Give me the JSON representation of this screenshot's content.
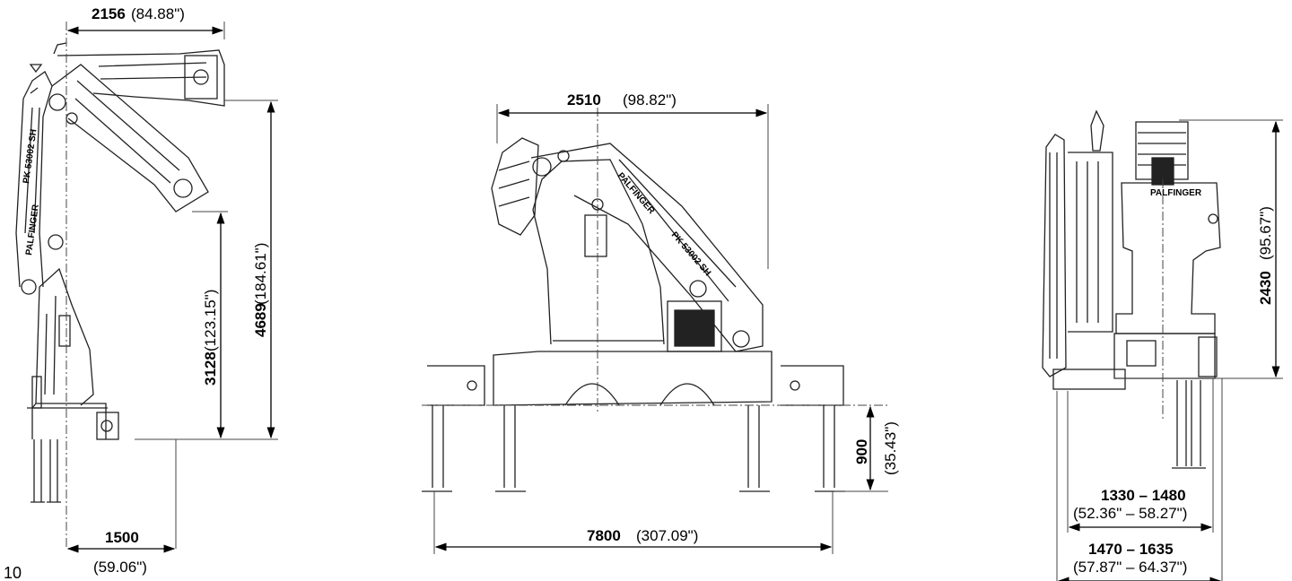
{
  "page_number": "10",
  "brand_label": "PALFINGER",
  "model_label": "PK 53002 SH",
  "views": {
    "side_folded": {
      "top_width": {
        "mm": "2156",
        "in": "(84.88\")"
      },
      "inner_height": {
        "mm": "3128",
        "in": "(123.15\")"
      },
      "total_height": {
        "mm": "4689",
        "in": "(184.61\")"
      },
      "bottom_width": {
        "mm": "1500",
        "in": "(59.06\")"
      }
    },
    "front": {
      "top_width": {
        "mm": "2510",
        "in": "(98.82\")"
      },
      "support_width": {
        "mm": "7800",
        "in": "(307.09\")"
      },
      "stabilizer_height": {
        "mm": "900",
        "in": "(35.43\")"
      }
    },
    "rear": {
      "height": {
        "mm": "2430",
        "in": "(95.67\")"
      },
      "spread_inner": {
        "mm": "1330 – 1480",
        "in": "(52.36\" – 58.27\")"
      },
      "spread_outer": {
        "mm": "1470 – 1635",
        "in": "(57.87\" – 64.37\")"
      }
    }
  }
}
